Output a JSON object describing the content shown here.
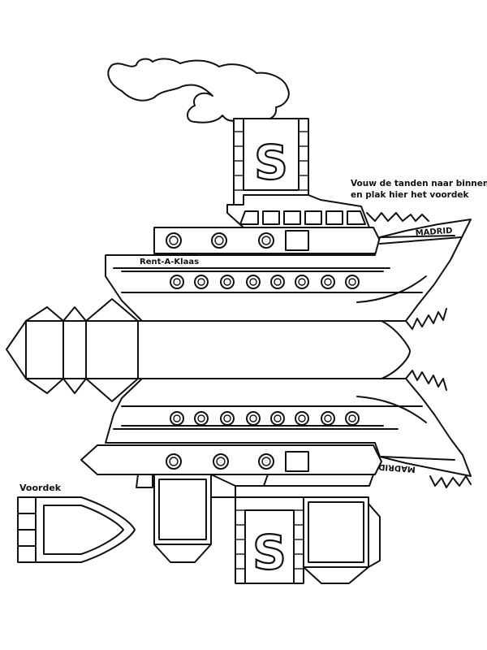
{
  "instruction": {
    "line1": "Vouw de tanden naar binnen",
    "line2": "en plak hier het voordek"
  },
  "labels": {
    "voordek": "Voordek",
    "rent": "Rent-A-Klaas",
    "ship_name_top": "MADRID",
    "ship_name_bottom": "MADRID"
  },
  "funnel_letter_top": "S",
  "funnel_letter_bottom": "S",
  "colors": {
    "line": "#111111",
    "paper": "#ffffff"
  }
}
